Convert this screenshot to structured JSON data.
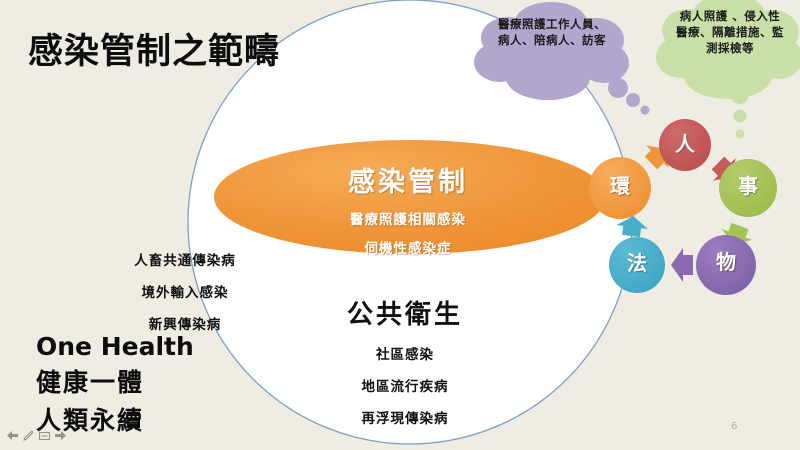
{
  "slide": {
    "title": "感染管制之範疇",
    "page_number": "6",
    "background_color": "#efece3"
  },
  "core_ellipse": {
    "color": "#f0962f",
    "title": "感染管制",
    "subtitles": [
      "醫療照護相關感染",
      "伺機性感染症"
    ]
  },
  "public_health": {
    "title": "公共衛生",
    "items": [
      "社區感染",
      "地區流行疾病",
      "再浮現傳染病"
    ],
    "circle_outline_color": "#7e9ec4"
  },
  "outer_list": {
    "items": [
      "人畜共通傳染病",
      "境外輸入感染",
      "新興傳染病"
    ]
  },
  "one_health": {
    "line1": "One Health",
    "line2": "健康一體",
    "line3": "人類永續"
  },
  "clouds": [
    {
      "id": "cloud-purple",
      "text": "醫療照護工作人員、病人、陪病人、訪客",
      "color": "#b3a6cd",
      "points_to": "人"
    },
    {
      "id": "cloud-green",
      "text": "病人照護 、侵入性醫療、隔離措施、監測採檢等",
      "color": "#c9dfa8",
      "points_to": "事"
    }
  ],
  "cycle_nodes": [
    {
      "id": "node-huan",
      "label": "環",
      "color": "#f0963a"
    },
    {
      "id": "node-ren",
      "label": "人",
      "color": "#c45a5a"
    },
    {
      "id": "node-shi",
      "label": "事",
      "color": "#a6c357"
    },
    {
      "id": "node-wu",
      "label": "物",
      "color": "#8a6bb1"
    },
    {
      "id": "node-fa",
      "label": "法",
      "color": "#4aaecb"
    }
  ],
  "cycle_arrows": [
    {
      "id": "arrow-huan-ren",
      "from": "環",
      "to": "人",
      "color": "#f0963a"
    },
    {
      "id": "arrow-ren-shi",
      "from": "人",
      "to": "事",
      "color": "#c45a5a"
    },
    {
      "id": "arrow-shi-wu",
      "from": "事",
      "to": "物",
      "color": "#a6c357"
    },
    {
      "id": "arrow-wu-fa",
      "from": "物",
      "to": "法",
      "color": "#8a6bb1"
    },
    {
      "id": "arrow-fa-huan",
      "from": "法",
      "to": "環",
      "color": "#4aaecb"
    }
  ],
  "nav_icons": [
    {
      "id": "prev-slide-icon",
      "name": "arrow-left-icon"
    },
    {
      "id": "pen-icon",
      "name": "pen-icon"
    },
    {
      "id": "slide-menu-icon",
      "name": "slide-icon"
    },
    {
      "id": "next-slide-icon",
      "name": "arrow-right-icon"
    }
  ]
}
